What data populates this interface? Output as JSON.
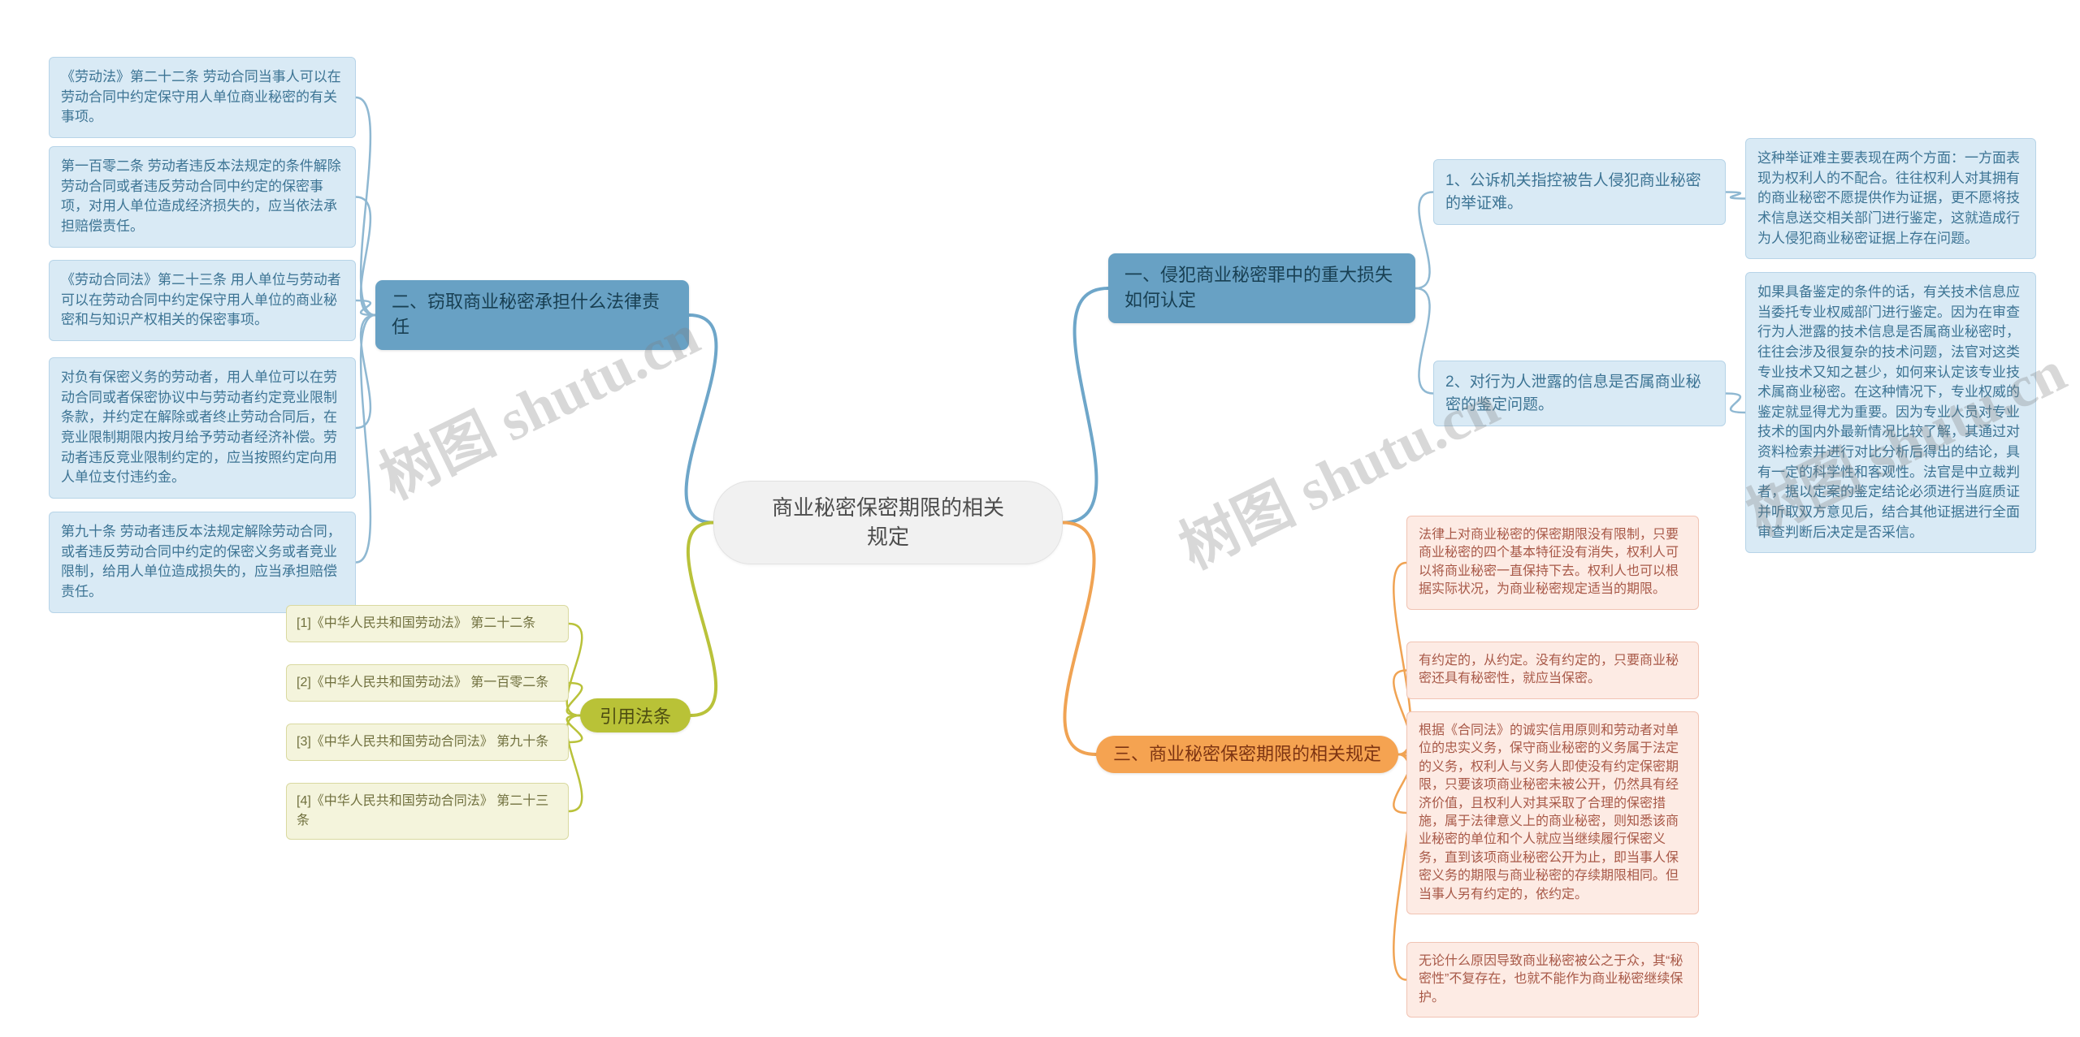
{
  "watermark": {
    "text": "树图 shutu.cn"
  },
  "center": {
    "label": "商业秘密保密期限的相关规定"
  },
  "branch1": {
    "label": "一、侵犯商业秘密罪中的重大损失如何认定",
    "point1": "1、公诉机关指控被告人侵犯商业秘密的举证难。",
    "detail1": "这种举证难主要表现在两个方面：一方面表现为权利人的不配合。往往权利人对其拥有的商业秘密不愿提供作为证据，更不愿将技术信息送交相关部门进行鉴定，这就造成行为人侵犯商业秘密证据上存在问题。",
    "point2": "2、对行为人泄露的信息是否属商业秘密的鉴定问题。",
    "detail2": "如果具备鉴定的条件的话，有关技术信息应当委托专业权威部门进行鉴定。因为在审查行为人泄露的技术信息是否属商业秘密时，往往会涉及很复杂的技术问题，法官对这类专业技术又知之甚少，如何来认定该专业技术属商业秘密。在这种情况下，专业权威的鉴定就显得尤为重要。因为专业人员对专业技术的国内外最新情况比较了解，其通过对资料检索并进行对比分析后得出的结论，具有一定的科学性和客观性。法官是中立裁判者，据以定案的鉴定结论必须进行当庭质证并听取双方意见后，结合其他证据进行全面审查判断后决定是否采信。"
  },
  "branch2": {
    "label": "二、窃取商业秘密承担什么法律责任",
    "items": [
      "《劳动法》第二十二条 劳动合同当事人可以在劳动合同中约定保守用人单位商业秘密的有关事项。",
      "第一百零二条 劳动者违反本法规定的条件解除劳动合同或者违反劳动合同中约定的保密事项，对用人单位造成经济损失的，应当依法承担赔偿责任。",
      "《劳动合同法》第二十三条 用人单位与劳动者可以在劳动合同中约定保守用人单位的商业秘密和与知识产权相关的保密事项。",
      "对负有保密义务的劳动者，用人单位可以在劳动合同或者保密协议中与劳动者约定竞业限制条款，并约定在解除或者终止劳动合同后，在竞业限制期限内按月给予劳动者经济补偿。劳动者违反竞业限制约定的，应当按照约定向用人单位支付违约金。",
      "第九十条 劳动者违反本法规定解除劳动合同，或者违反劳动合同中约定的保密义务或者竞业限制，给用人单位造成损失的，应当承担赔偿责任。"
    ]
  },
  "branch3": {
    "label": "三、商业秘密保密期限的相关规定",
    "items": [
      "法律上对商业秘密的保密期限没有限制，只要商业秘密的四个基本特征没有消失，权利人可以将商业秘密一直保持下去。权利人也可以根据实际状况，为商业秘密规定适当的期限。",
      "有约定的，从约定。没有约定的，只要商业秘密还具有秘密性，就应当保密。",
      "根据《合同法》的诚实信用原则和劳动者对单位的忠实义务，保守商业秘密的义务属于法定的义务，权利人与义务人即使没有约定保密期限，只要该项商业秘密未被公开，仍然具有经济价值，且权利人对其采取了合理的保密措施，属于法律意义上的商业秘密，则知悉该商业秘密的单位和个人就应当继续履行保密义务，直到该项商业秘密公开为止，即当事人保密义务的期限与商业秘密的存续期限相同。但当事人另有约定的，依约定。",
      "无论什么原因导致商业秘密被公之于众，其“秘密性”不复存在，也就不能作为商业秘密继续保护。"
    ]
  },
  "branch4": {
    "label": "引用法条",
    "items": [
      "[1]《中华人民共和国劳动法》 第二十二条",
      "[2]《中华人民共和国劳动法》 第一百零二条",
      "[3]《中华人民共和国劳动合同法》 第九十条",
      "[4]《中华人民共和国劳动合同法》 第二十三条"
    ]
  },
  "colors": {
    "branch_blue": "#68a1c4",
    "leaf_blue_bg": "#d9eaf5",
    "orange": "#f5a351",
    "olive": "#b9c237",
    "pink_bg": "#fdebe4",
    "ivory_bg": "#f4f4dc",
    "edge_blue": "#6ea6c9",
    "edge_blue_light": "#8fb8d2",
    "edge_orange": "#f0a353",
    "edge_olive": "#b9c23a"
  },
  "edges": [
    {
      "from": "center",
      "to": "n1",
      "type": "main",
      "color": "#6ea6c9"
    },
    {
      "from": "center",
      "to": "n2",
      "type": "main",
      "color": "#6ea6c9"
    },
    {
      "from": "center",
      "to": "n3",
      "type": "main",
      "color": "#f0a353"
    },
    {
      "from": "center",
      "to": "n4",
      "type": "main",
      "color": "#b9c23a"
    },
    {
      "from": "n2",
      "to": "l1",
      "type": "child",
      "color": "#8fb8d2"
    },
    {
      "from": "n2",
      "to": "l2",
      "type": "child",
      "color": "#8fb8d2"
    },
    {
      "from": "n2",
      "to": "l3",
      "type": "child",
      "color": "#8fb8d2"
    },
    {
      "from": "n2",
      "to": "l4",
      "type": "child",
      "color": "#8fb8d2"
    },
    {
      "from": "n2",
      "to": "l5",
      "type": "child",
      "color": "#8fb8d2"
    },
    {
      "from": "n1",
      "to": "m1",
      "type": "child",
      "color": "#8fb8d2"
    },
    {
      "from": "n1",
      "to": "m2",
      "type": "child",
      "color": "#8fb8d2"
    },
    {
      "from": "m1",
      "to": "f1",
      "type": "child",
      "color": "#8fb8d2"
    },
    {
      "from": "m2",
      "to": "f2",
      "type": "child",
      "color": "#8fb8d2"
    },
    {
      "from": "n4",
      "to": "c1",
      "type": "child",
      "color": "#b9c23a"
    },
    {
      "from": "n4",
      "to": "c2",
      "type": "child",
      "color": "#b9c23a"
    },
    {
      "from": "n4",
      "to": "c3",
      "type": "child",
      "color": "#b9c23a"
    },
    {
      "from": "n4",
      "to": "c4",
      "type": "child",
      "color": "#b9c23a"
    },
    {
      "from": "n3",
      "to": "p1",
      "type": "child",
      "color": "#f0a353"
    },
    {
      "from": "n3",
      "to": "p2",
      "type": "child",
      "color": "#f0a353"
    },
    {
      "from": "n3",
      "to": "p3",
      "type": "child",
      "color": "#f0a353"
    },
    {
      "from": "n3",
      "to": "p4",
      "type": "child",
      "color": "#f0a353"
    }
  ]
}
